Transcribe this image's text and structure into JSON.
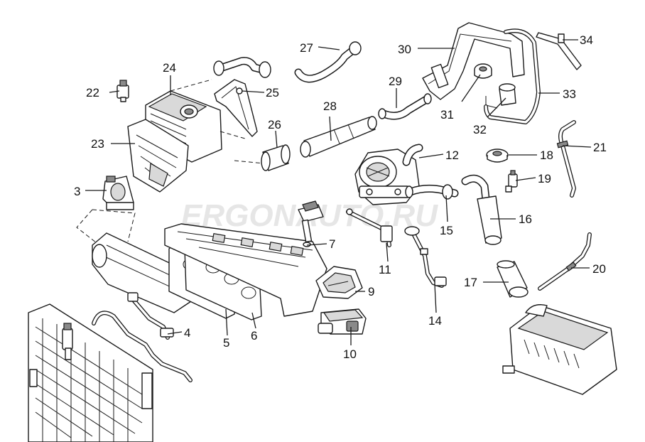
{
  "watermark": "ERGONAUTO.RU",
  "callouts": [
    "3",
    "4",
    "5",
    "6",
    "7",
    "9",
    "10",
    "11",
    "12",
    "14",
    "15",
    "16",
    "17",
    "18",
    "19",
    "20",
    "21",
    "22",
    "23",
    "24",
    "25",
    "26",
    "27",
    "28",
    "29",
    "30",
    "31",
    "32",
    "33",
    "34"
  ]
}
